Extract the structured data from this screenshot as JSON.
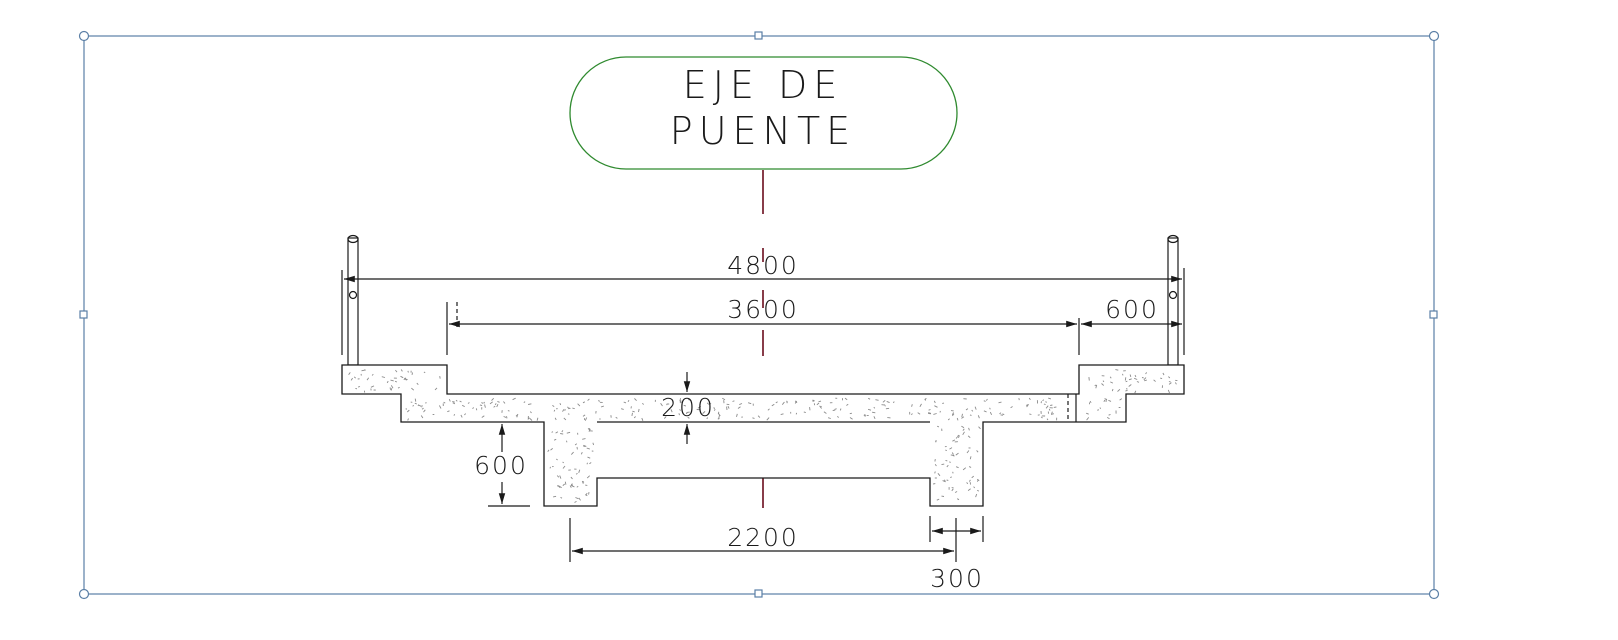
{
  "drawing": {
    "title_line_1": "EJE DE",
    "title_line_2": "PUENTE",
    "dimensions": {
      "total_width": "4800",
      "roadway_width": "3600",
      "sidewalk_width": "600",
      "slab_thickness": "200",
      "beam_depth": "600",
      "beam_spacing": "2200",
      "beam_width": "300"
    }
  },
  "colors": {
    "selection": "#5b7fa6",
    "axis": "#6b0c1c",
    "bubble": "#2f8a2f",
    "lines": "#1a1a1a"
  }
}
